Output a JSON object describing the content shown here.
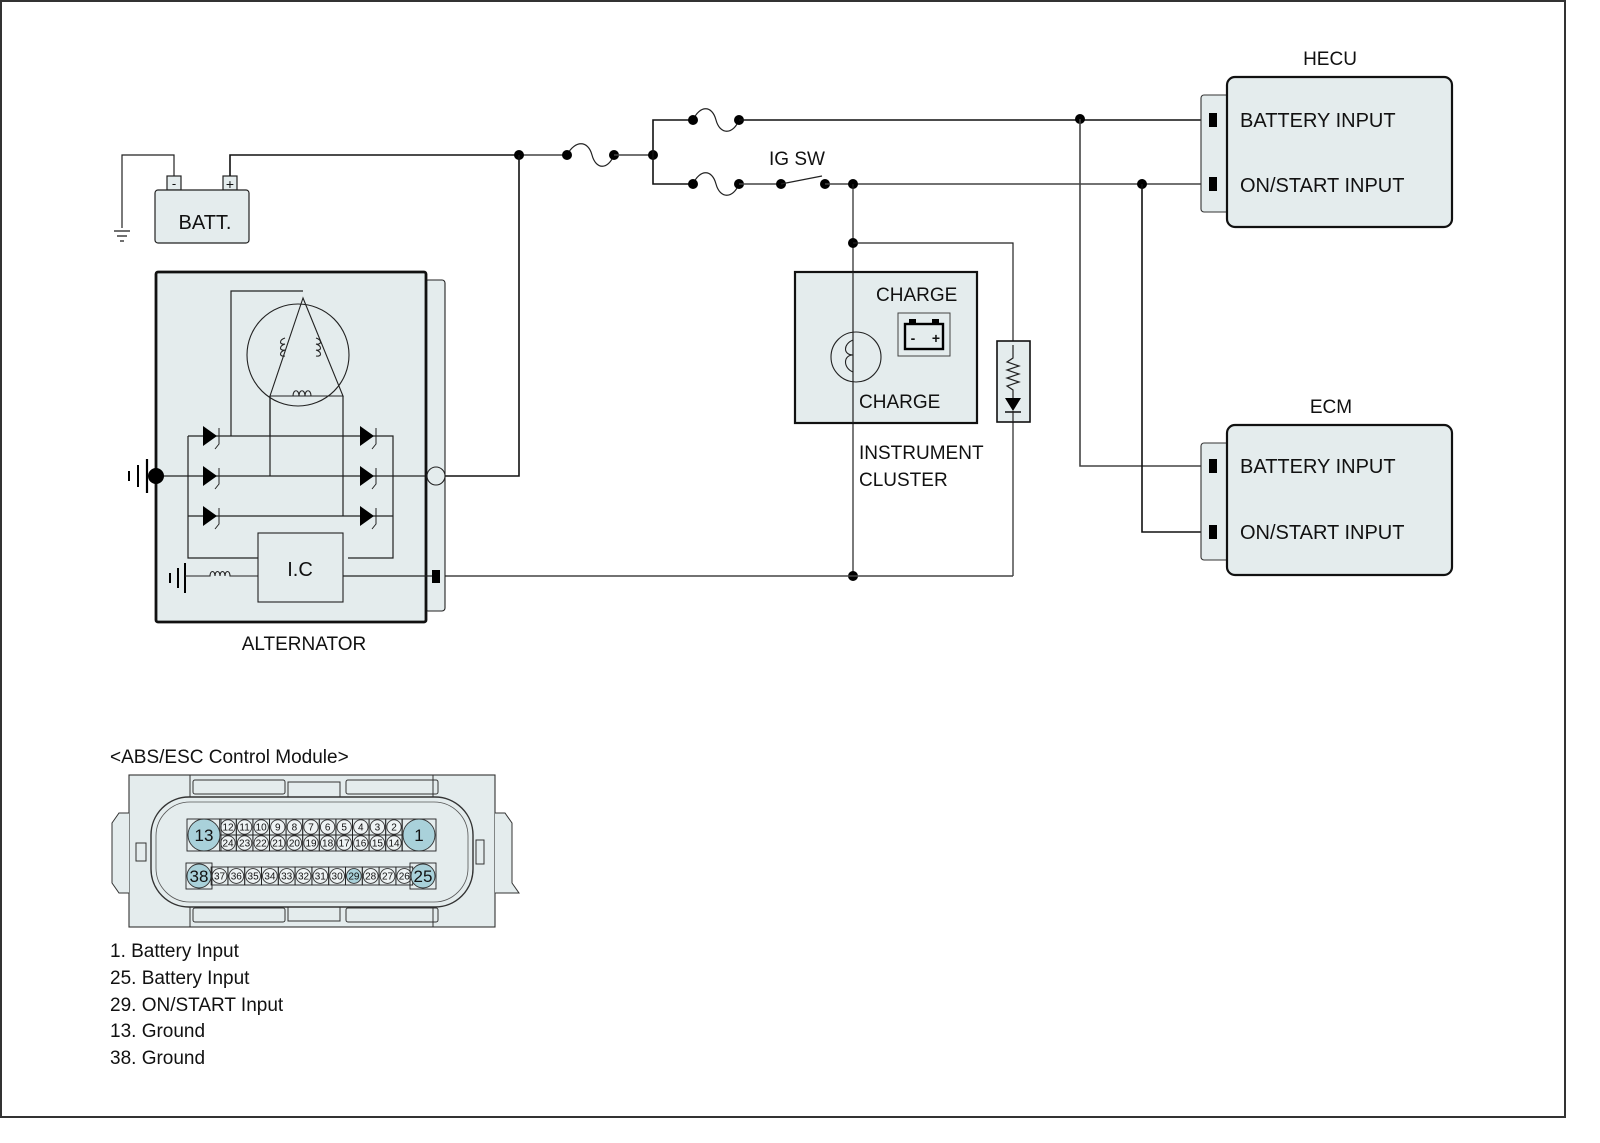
{
  "diagram": {
    "type": "wiring-diagram",
    "colors": {
      "component_fill": "#e4eced",
      "highlight_pin": "#a9d1da",
      "line": "#111111"
    },
    "battery": {
      "label": "BATT.",
      "neg_symbol": "-",
      "pos_symbol": "+"
    },
    "ig_switch": {
      "label": "IG SW"
    },
    "alternator": {
      "label": "ALTERNATOR",
      "ic_label": "I.C"
    },
    "instrument_cluster": {
      "label_line1": "INSTRUMENT",
      "label_line2": "CLUSTER",
      "warning_top": "CHARGE",
      "warning_bottom": "CHARGE",
      "battery_icon_neg": "-",
      "battery_icon_pos": "+"
    },
    "hecu": {
      "title": "HECU",
      "inputs": [
        "BATTERY INPUT",
        "ON/START INPUT"
      ]
    },
    "ecm": {
      "title": "ECM",
      "inputs": [
        "BATTERY INPUT",
        "ON/START INPUT"
      ]
    },
    "connector": {
      "title": "<ABS/ESC Control Module>",
      "row1_top": [
        "12",
        "11",
        "10",
        "9",
        "8",
        "7",
        "6",
        "5",
        "4",
        "3",
        "2"
      ],
      "row1_bottom": [
        "24",
        "23",
        "22",
        "21",
        "20",
        "19",
        "18",
        "17",
        "16",
        "15",
        "14"
      ],
      "row1_left_big": "13",
      "row1_right_big": "1",
      "row2": [
        "37",
        "36",
        "35",
        "34",
        "33",
        "32",
        "31",
        "30",
        "29",
        "28",
        "27",
        "26"
      ],
      "row2_left_big": "38",
      "row2_right_big": "25",
      "highlighted_pins": [
        "1",
        "13",
        "25",
        "29",
        "38"
      ]
    },
    "pin_legend": [
      "1. Battery Input",
      "25. Battery Input",
      "29. ON/START Input",
      "13. Ground",
      "38. Ground"
    ]
  }
}
